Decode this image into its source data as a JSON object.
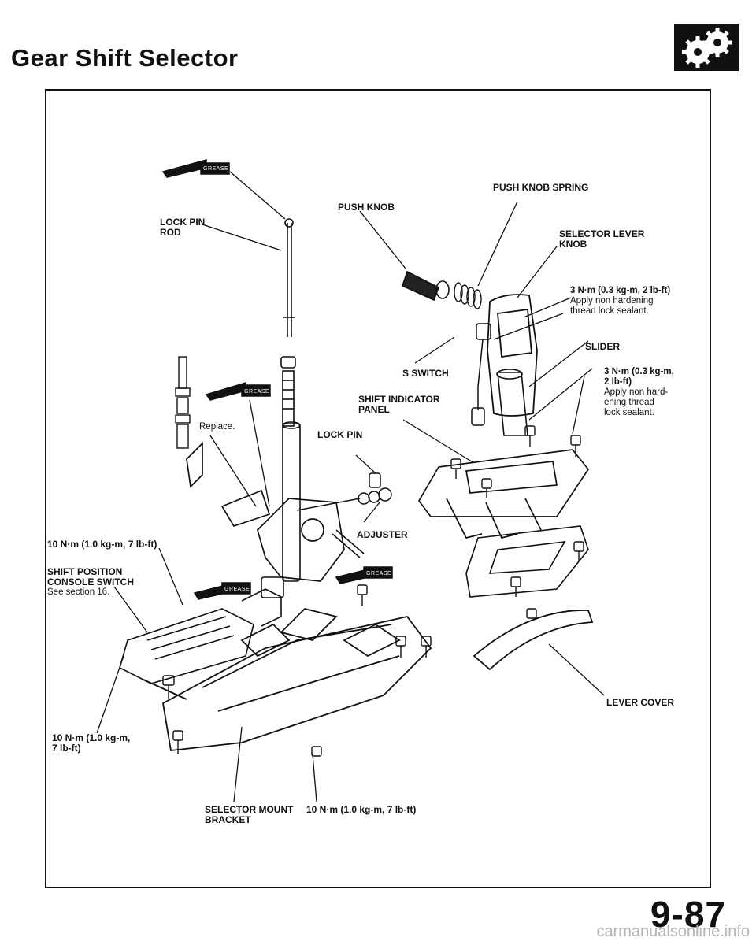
{
  "header": {
    "title": "Gear Shift Selector",
    "icon": "gears-icon"
  },
  "labels": {
    "push_knob_spring": "PUSH KNOB SPRING",
    "push_knob": "PUSH KNOB",
    "lock_pin_rod_1": "LOCK PIN",
    "lock_pin_rod_2": "ROD",
    "selector_lever_knob_1": "SELECTOR LEVER",
    "selector_lever_knob_2": "KNOB",
    "torque_knob_1": "3 N·m (0.3 kg-m, 2 lb-ft)",
    "torque_knob_2": "Apply non hardening",
    "torque_knob_3": "thread lock sealant.",
    "slider": "SLIDER",
    "s_switch": "S SWITCH",
    "torque_slider_1": "3 N·m (0.3 kg-m,",
    "torque_slider_2": "2 lb-ft)",
    "torque_slider_3": "Apply  non hard-",
    "torque_slider_4": "ening thread",
    "torque_slider_5": "lock sealant.",
    "shift_indicator_panel_1": "SHIFT INDICATOR",
    "shift_indicator_panel_2": "PANEL",
    "replace": "Replace.",
    "lock_pin": "LOCK PIN",
    "adjuster": "ADJUSTER",
    "torque_10nm_left": "10 N·m (1.0 kg-m, 7 lb-ft)",
    "shift_position_switch_1": "SHIFT POSITION",
    "shift_position_switch_2": "CONSOLE SWITCH",
    "shift_position_switch_3": "See section 16.",
    "lever_cover": "LEVER COVER",
    "torque_10nm_bottom_1": "10 N·m (1.0 kg-m,",
    "torque_10nm_bottom_2": "7 lb-ft)",
    "selector_mount_bracket_1": "SELECTOR MOUNT",
    "selector_mount_bracket_2": "BRACKET",
    "torque_10nm_bracket": "10 N·m (1.0 kg-m, 7 lb-ft)",
    "grease_tag": "GREASE"
  },
  "footer": {
    "page_number": "9-87",
    "watermark": "carmanualsonline.info"
  }
}
